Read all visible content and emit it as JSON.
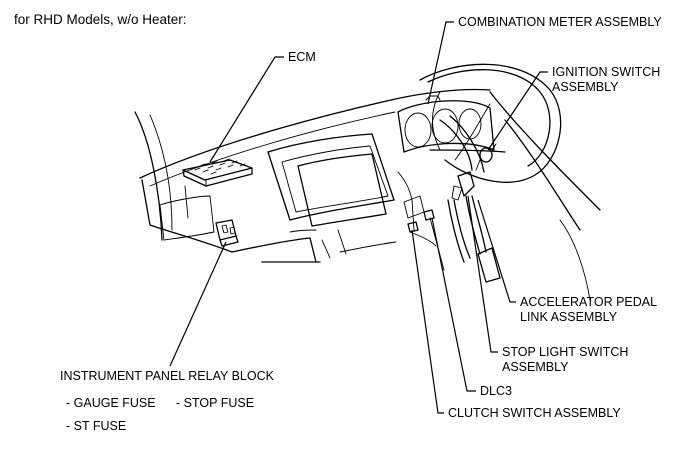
{
  "header": {
    "text": "for RHD Models, w/o Heater:"
  },
  "labels": {
    "combination_meter": "COMBINATION METER ASSEMBLY",
    "ecm": "ECM",
    "ignition_switch_1": "IGNITION SWITCH",
    "ignition_switch_2": "ASSEMBLY",
    "accelerator_1": "ACCELERATOR  PEDAL",
    "accelerator_2": "LINK ASSEMBLY",
    "stop_light_1": "STOP LIGHT SWITCH",
    "stop_light_2": "ASSEMBLY",
    "dlc3": "DLC3",
    "clutch_switch": "CLUTCH SWITCH ASSEMBLY",
    "relay_block": "INSTRUMENT PANEL RELAY BLOCK",
    "fuses": [
      "- GAUGE FUSE",
      "- STOP FUSE",
      "- ST FUSE"
    ]
  }
}
